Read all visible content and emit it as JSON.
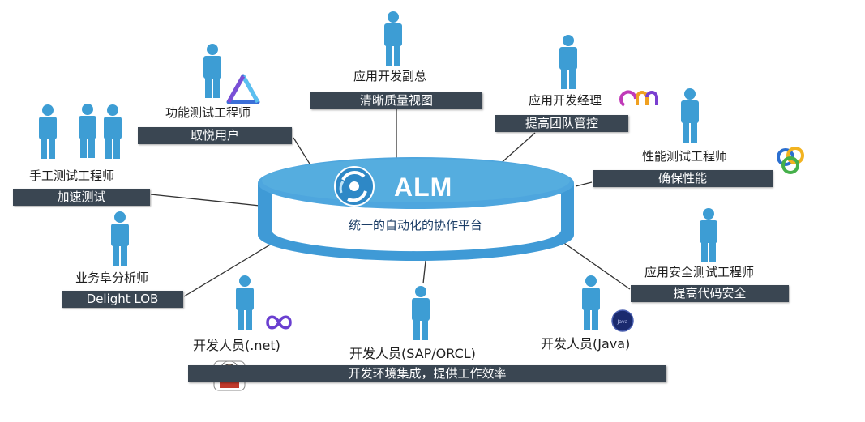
{
  "center": {
    "title": "ALM",
    "subtitle": "统一的自动化的协作平台"
  },
  "roles": {
    "vp_dev": {
      "label": "应用开发副总",
      "bar": "清晰质量视图"
    },
    "func_test": {
      "label": "功能测试工程师",
      "bar": "取悦用户"
    },
    "dev_manager": {
      "label": "应用开发经理",
      "bar": "提高团队管控"
    },
    "manual_test": {
      "label": "手工测试工程师",
      "bar": "加速测试"
    },
    "perf_test": {
      "label": "性能测试工程师",
      "bar": "确保性能"
    },
    "biz_analyst": {
      "label": "业务阜分析师",
      "bar": "Delight LOB"
    },
    "sec_test": {
      "label": "应用安全测试工程师",
      "bar": "提高代码安全"
    },
    "dev_net": {
      "label": "开发人员(.net)"
    },
    "dev_sap": {
      "label": "开发人员(SAP/ORCL)"
    },
    "dev_java": {
      "label": "开发人员(Java)"
    }
  },
  "bottom_bar": "开发环境集成，提供工作效率",
  "colors": {
    "person": "#3d9dd4",
    "bar": "#3a4652",
    "platform": "#4aa3db",
    "platform_edge": "#2f7fbf"
  },
  "icons": [
    "tool-logo-triangle-icon",
    "tool-logo-cm-icon",
    "tool-logo-links-icon",
    "dotnet-infinity-icon",
    "java-badge-icon",
    "jenkins-icon"
  ]
}
